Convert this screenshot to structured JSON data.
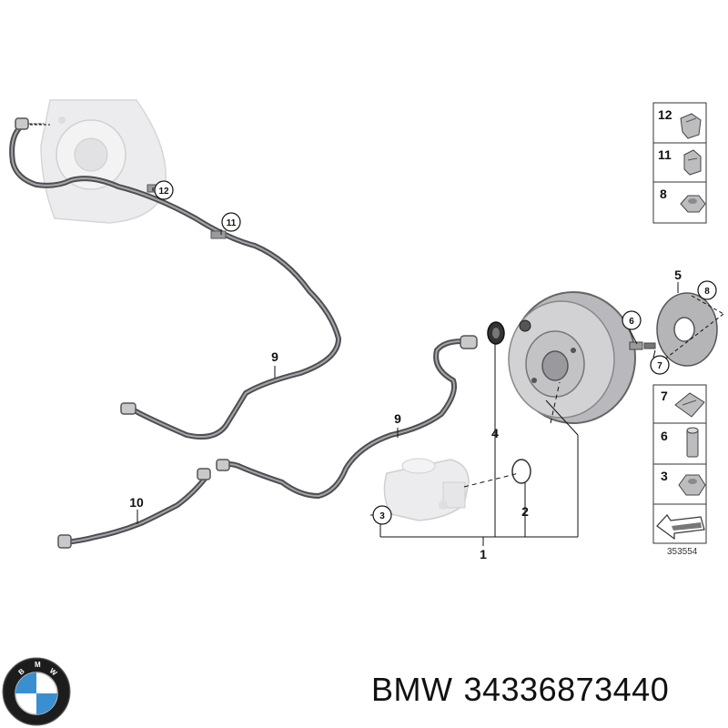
{
  "diagram": {
    "callouts": {
      "c1": "1",
      "c2": "2",
      "c3": "3",
      "c4": "4",
      "c5": "5",
      "c6": "6",
      "c7": "7",
      "c8": "8",
      "c9a": "9",
      "c9b": "9",
      "c10": "10",
      "c11": "11",
      "c12": "12"
    },
    "legend": [
      {
        "num": "12",
        "icon": "clip-icon"
      },
      {
        "num": "11",
        "icon": "bracket-clip-icon"
      },
      {
        "num": "8",
        "icon": "hex-nut-icon"
      },
      {
        "num": "7",
        "icon": "spring-clip-icon"
      },
      {
        "num": "6",
        "icon": "sleeve-icon"
      },
      {
        "num": "3",
        "icon": "hex-nut-icon"
      }
    ],
    "reference_number": "353554"
  },
  "brand": {
    "name": "BMW",
    "part_number": "34336873440",
    "logo_letters": "BMW"
  }
}
